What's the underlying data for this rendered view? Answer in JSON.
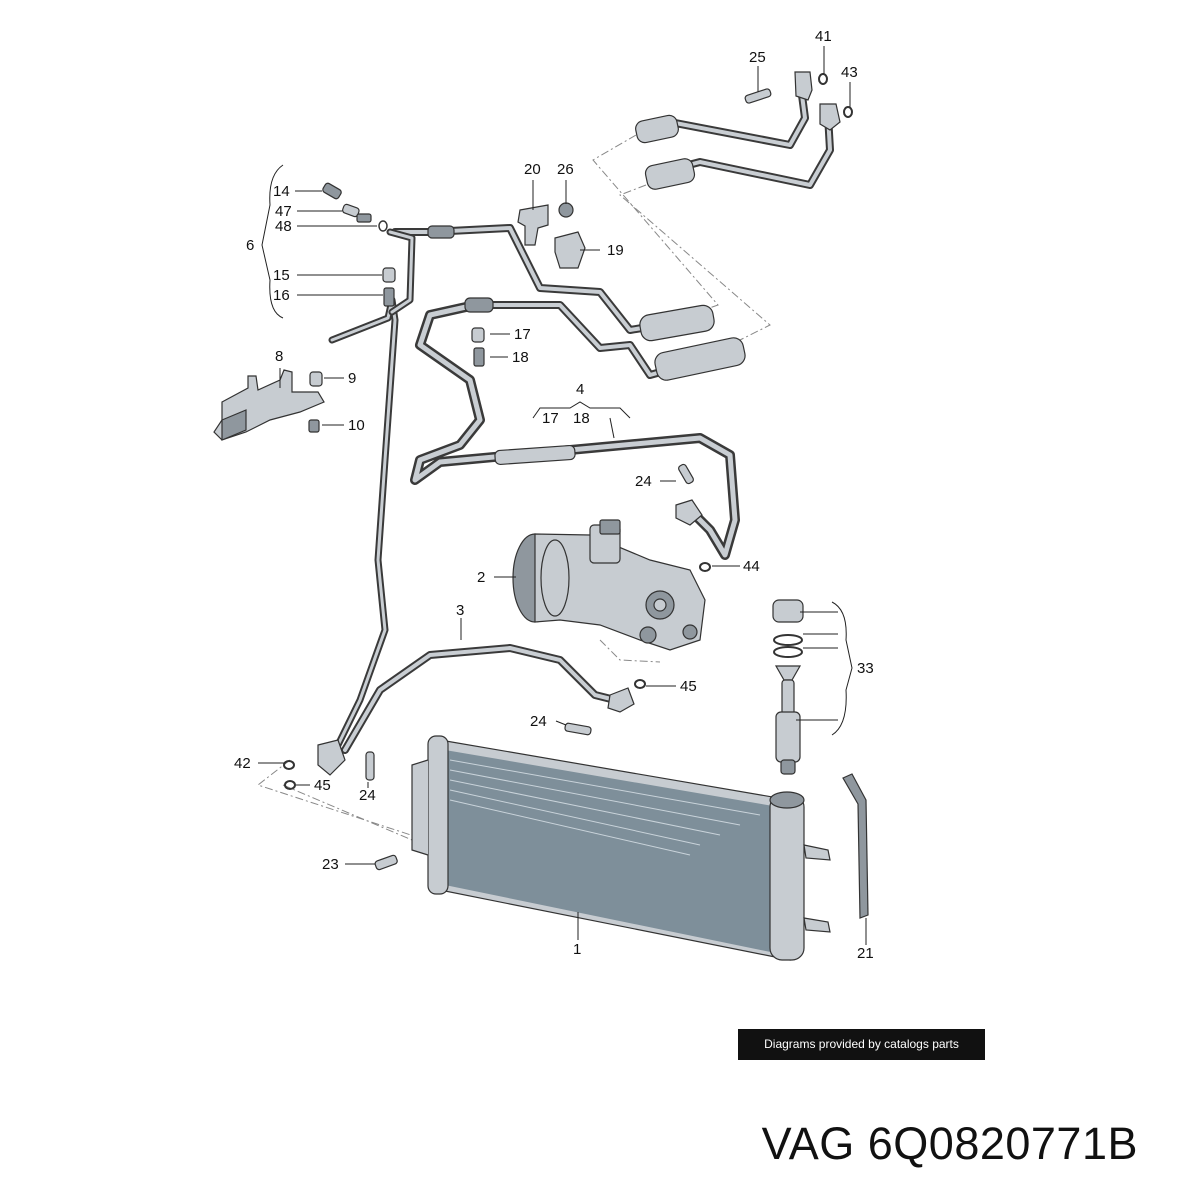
{
  "diagram": {
    "labels": {
      "l1": "1",
      "l2": "2",
      "l3": "3",
      "l4": "4",
      "l6": "6",
      "l8": "8",
      "l9": "9",
      "l10": "10",
      "l14": "14",
      "l15": "15",
      "l16": "16",
      "l17a": "17",
      "l17b": "17",
      "l18a": "18",
      "l18b": "18",
      "l19": "19",
      "l20": "20",
      "l21": "21",
      "l23": "23",
      "l24a": "24",
      "l24b": "24",
      "l24c": "24",
      "l25": "25",
      "l26": "26",
      "l33": "33",
      "l41": "41",
      "l42": "42",
      "l43": "43",
      "l44": "44",
      "l45a": "45",
      "l45b": "45",
      "l47": "47",
      "l48": "48"
    }
  },
  "credit": "Diagrams provided by catalogs parts",
  "part_number": "VAG 6Q0820771B"
}
